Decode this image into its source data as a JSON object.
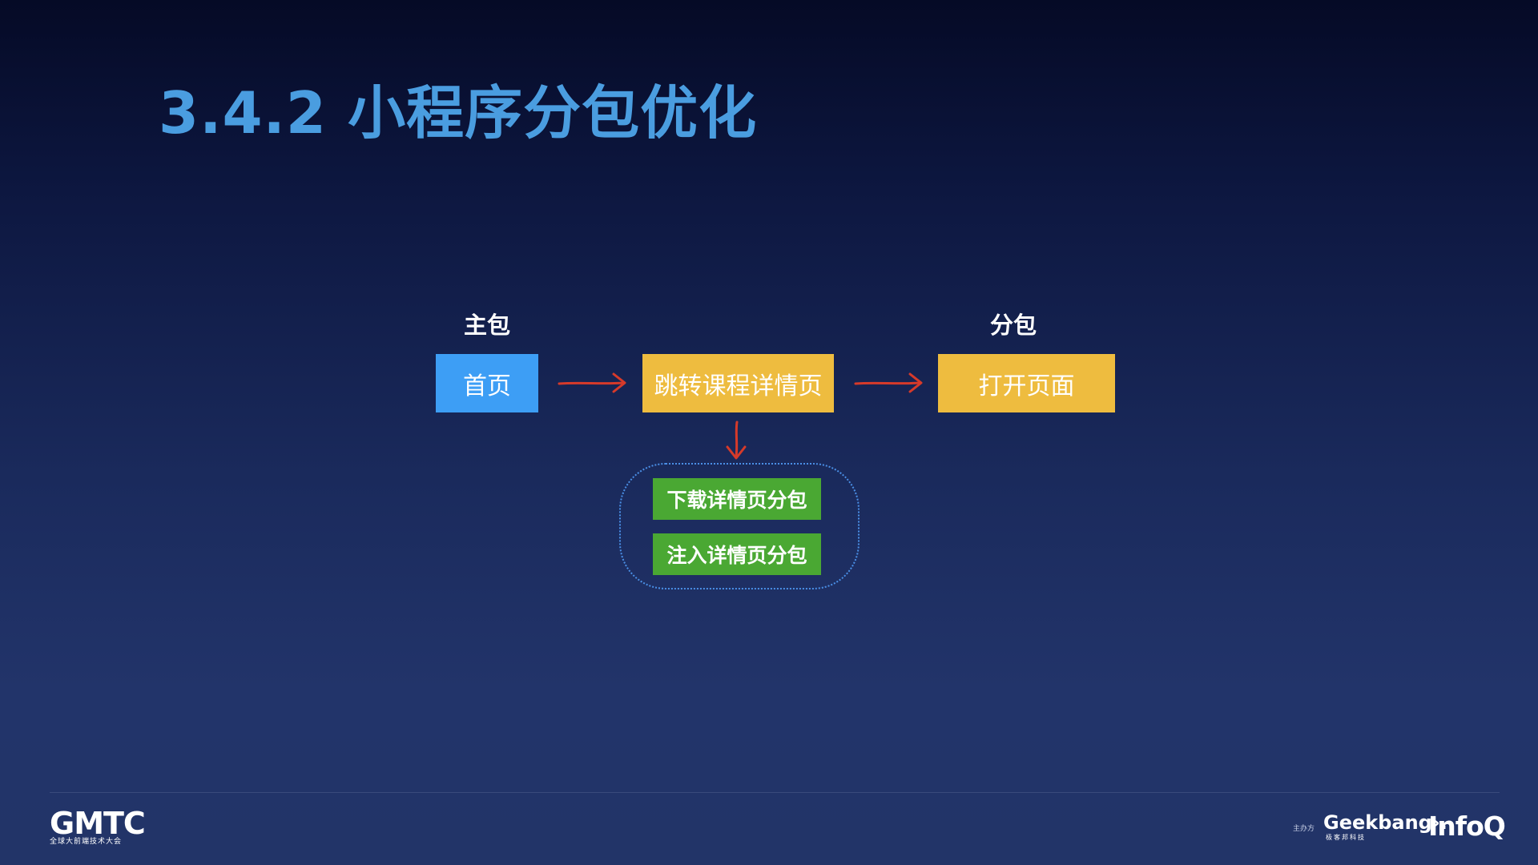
{
  "slide": {
    "title": "3.4.2 小程序分包优化"
  },
  "diagram": {
    "main_package_label": "主包",
    "sub_package_label": "分包",
    "nodes": {
      "home": "首页",
      "jump_detail": "跳转课程详情页",
      "open_page": "打开页面",
      "download_subpackage": "下载详情页分包",
      "inject_subpackage": "注入详情页分包"
    },
    "colors": {
      "main_package": "#3d9ef5",
      "sub_package": "#eebc3f",
      "loading_step": "#4aa833",
      "arrow": "#d63a2a",
      "title": "#4a9de0"
    }
  },
  "footer": {
    "brand": "GMTC",
    "brand_subtitle": "全球大前端技术大会",
    "organizer_label": "主办方",
    "organizer_1": "Geekbang›.",
    "organizer_1_subtitle": "极客邦科技",
    "organizer_2": "InfoQ"
  }
}
